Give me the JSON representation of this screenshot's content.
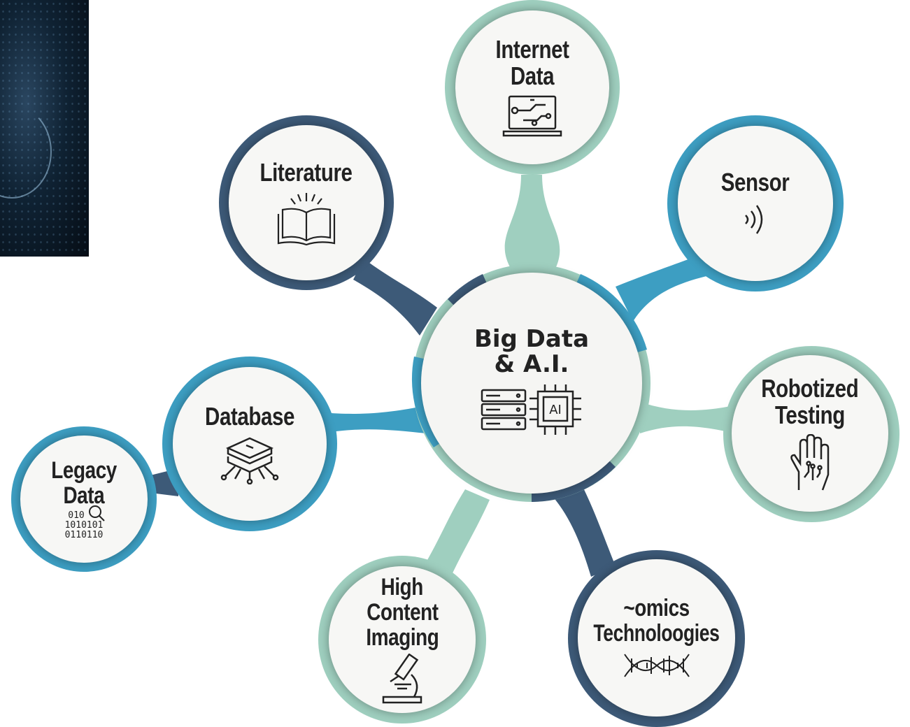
{
  "hub": {
    "label_line1": "Big Data",
    "label_line2": "& A.I.",
    "icon": "server-ai-chip-icon"
  },
  "nodes": {
    "internet": {
      "lines": [
        "Internet",
        "Data"
      ],
      "icon": "laptop-circuit-icon"
    },
    "sensor": {
      "lines": [
        "Sensor"
      ],
      "icon": "signal-waves-icon"
    },
    "robotized": {
      "lines": [
        "Robotized",
        "Testing"
      ],
      "icon": "robot-hand-icon"
    },
    "omics": {
      "lines": [
        "~omics",
        "Technoloogies"
      ],
      "icon": "dna-icon"
    },
    "imaging": {
      "lines": [
        "High",
        "Content",
        "Imaging"
      ],
      "icon": "microscope-icon"
    },
    "database": {
      "lines": [
        "Database"
      ],
      "icon": "database-stack-icon"
    },
    "legacy": {
      "lines": [
        "Legacy",
        "Data"
      ],
      "icon": "binary-search-icon",
      "icon_text": [
        "010",
        "1010101",
        "0110110"
      ]
    },
    "literature": {
      "lines": [
        "Literature"
      ],
      "icon": "open-book-icon"
    }
  },
  "colors": {
    "teal_light": "#9fcfbf",
    "teal_blue": "#3d9ec2",
    "slate": "#3d5a78",
    "inner": "#f7f7f5",
    "text": "#222222"
  }
}
